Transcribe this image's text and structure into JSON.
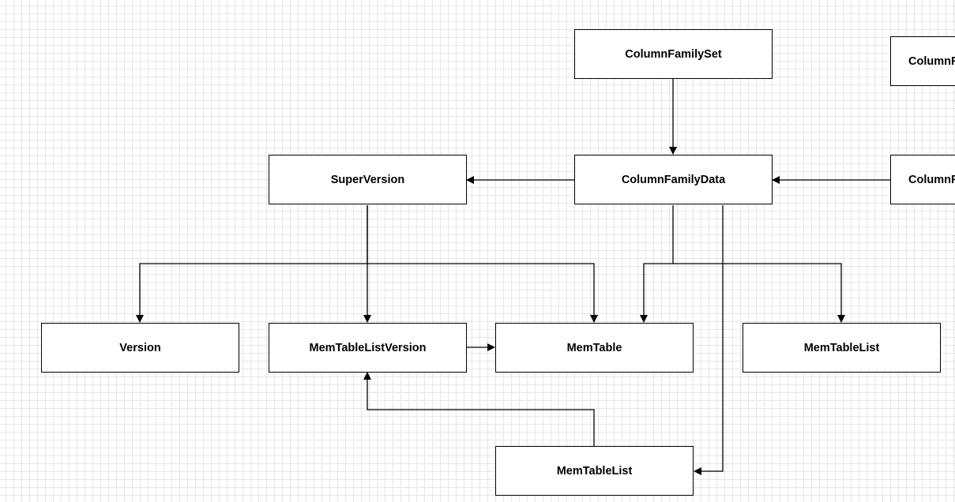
{
  "diagram": {
    "nodes": {
      "column_family_set": "ColumnFamilySet",
      "column_family_set_clipped": "ColumnFamilySet",
      "column_family_data": "ColumnFamilyData",
      "column_family_data_clipped": "ColumnFamilyData",
      "super_version": "SuperVersion",
      "version": "Version",
      "mem_table_list_version": "MemTableListVersion",
      "mem_table": "MemTable",
      "mem_table_list": "MemTableList",
      "mem_table_list_bottom": "MemTableList"
    },
    "edges": [
      {
        "from": "column_family_set",
        "to": "column_family_data"
      },
      {
        "from": "column_family_data",
        "to": "super_version"
      },
      {
        "from": "column_family_data_clipped",
        "to": "column_family_data"
      },
      {
        "from": "super_version",
        "to": "version"
      },
      {
        "from": "super_version",
        "to": "mem_table_list_version"
      },
      {
        "from": "super_version",
        "to": "mem_table"
      },
      {
        "from": "column_family_data",
        "to": "mem_table"
      },
      {
        "from": "column_family_data",
        "to": "mem_table_list"
      },
      {
        "from": "column_family_data",
        "to": "mem_table_list_bottom"
      },
      {
        "from": "mem_table_list_version",
        "to": "mem_table"
      },
      {
        "from": "mem_table_list_bottom",
        "to": "mem_table_list_version"
      }
    ],
    "colors": {
      "grid": "#e6e6e6",
      "stroke": "#000000",
      "fill": "#ffffff"
    }
  }
}
